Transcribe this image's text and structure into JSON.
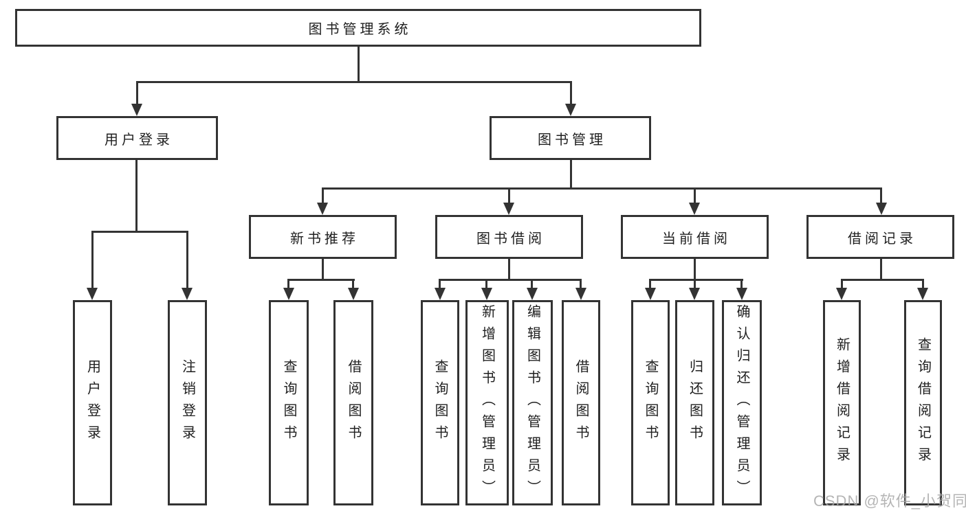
{
  "diagram": {
    "type": "hierarchy-org-chart",
    "colors": {
      "line": "#333333",
      "box_border": "#333333",
      "box_fill": "#ffffff",
      "text": "#1f1f1f",
      "background": "#ffffff",
      "watermark": "#a8a8a8"
    },
    "tree": {
      "label": "图书管理系统",
      "children": [
        {
          "label": "用户登录",
          "children": [
            {
              "label": "用户登录"
            },
            {
              "label": "注销登录"
            }
          ]
        },
        {
          "label": "图书管理",
          "children": [
            {
              "label": "新书推荐",
              "children": [
                {
                  "label": "查询图书"
                },
                {
                  "label": "借阅图书"
                }
              ]
            },
            {
              "label": "图书借阅",
              "children": [
                {
                  "label": "查询图书"
                },
                {
                  "label": "新增图书（管理员）"
                },
                {
                  "label": "编辑图书（管理员）"
                },
                {
                  "label": "借阅图书"
                }
              ]
            },
            {
              "label": "当前借阅",
              "children": [
                {
                  "label": "查询图书"
                },
                {
                  "label": "归还图书"
                },
                {
                  "label": "确认归还（管理员）"
                }
              ]
            },
            {
              "label": "借阅记录",
              "children": [
                {
                  "label": "新增借阅记录"
                },
                {
                  "label": "查询借阅记录"
                }
              ]
            }
          ]
        }
      ]
    },
    "watermark": "CSDN @软件_小贺同学"
  }
}
